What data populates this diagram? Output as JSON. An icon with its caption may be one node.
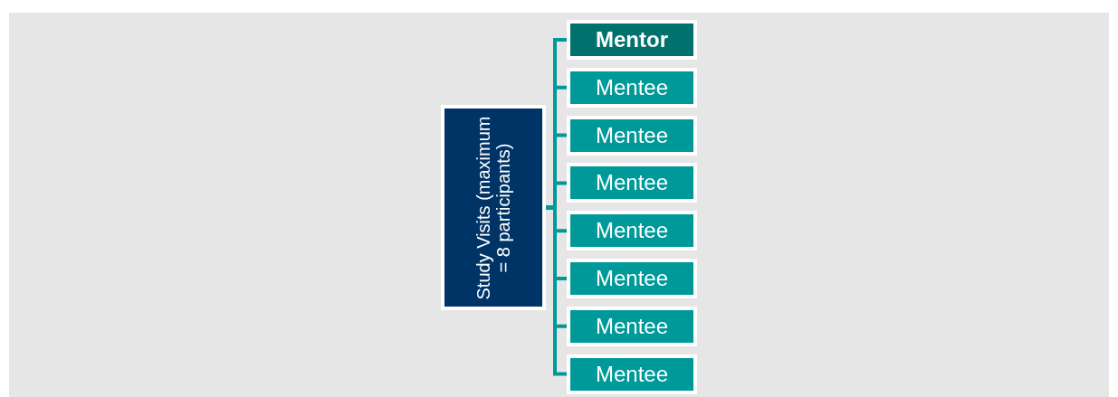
{
  "diagram": {
    "nodes": [
      {
        "text": [
          "Study Visits (maximum = 8 participants)"
        ]
      },
      {
        "text": [
          "Mentor"
        ]
      },
      {
        "text": [
          "Mentee"
        ]
      },
      {
        "text": [
          "Mentee"
        ]
      },
      {
        "text": [
          "Mentee"
        ]
      },
      {
        "text": [
          "Mentee"
        ]
      },
      {
        "text": [
          "Mentee"
        ]
      },
      {
        "text": [
          "Mentee"
        ]
      },
      {
        "text": [
          "Mentee"
        ]
      }
    ],
    "edges": [
      {
        "from": 0,
        "to": 1,
        "arrow": "none"
      },
      {
        "from": 0,
        "to": 2,
        "arrow": "none"
      },
      {
        "from": 0,
        "to": 3,
        "arrow": "none"
      },
      {
        "from": 0,
        "to": 4,
        "arrow": "none"
      },
      {
        "from": 0,
        "to": 5,
        "arrow": "none"
      },
      {
        "from": 0,
        "to": 6,
        "arrow": "none"
      },
      {
        "from": 0,
        "to": 7,
        "arrow": "none"
      },
      {
        "from": 0,
        "to": 8,
        "arrow": "none"
      }
    ]
  }
}
